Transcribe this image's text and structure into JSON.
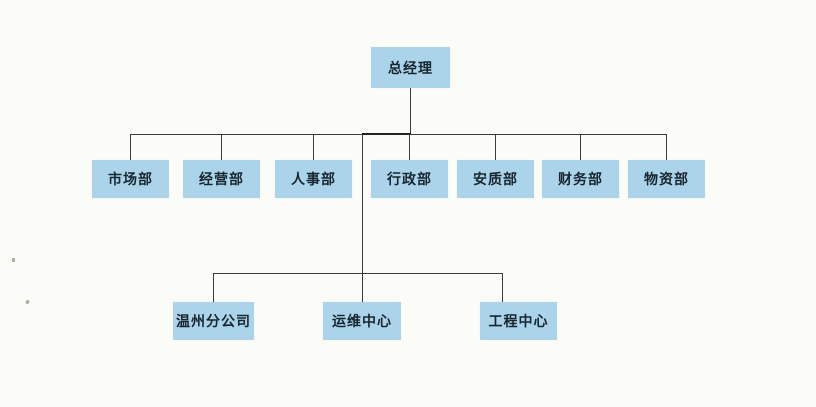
{
  "document": {
    "type": "scanned organizational chart page",
    "background_color": "#fbfbf8"
  },
  "org_chart": {
    "node_fill_color": "#abd4ea",
    "node_text_color": "#182630",
    "connector_color": "#3a3a3a",
    "root": {
      "label": "总经理"
    },
    "level2": [
      {
        "label": "市场部"
      },
      {
        "label": "经营部"
      },
      {
        "label": "人事部"
      },
      {
        "label": "行政部"
      },
      {
        "label": "安质部"
      },
      {
        "label": "财务部"
      },
      {
        "label": "物资部"
      }
    ],
    "level3": [
      {
        "label": "温州分公司"
      },
      {
        "label": "运维中心"
      },
      {
        "label": "工程中心"
      }
    ]
  }
}
